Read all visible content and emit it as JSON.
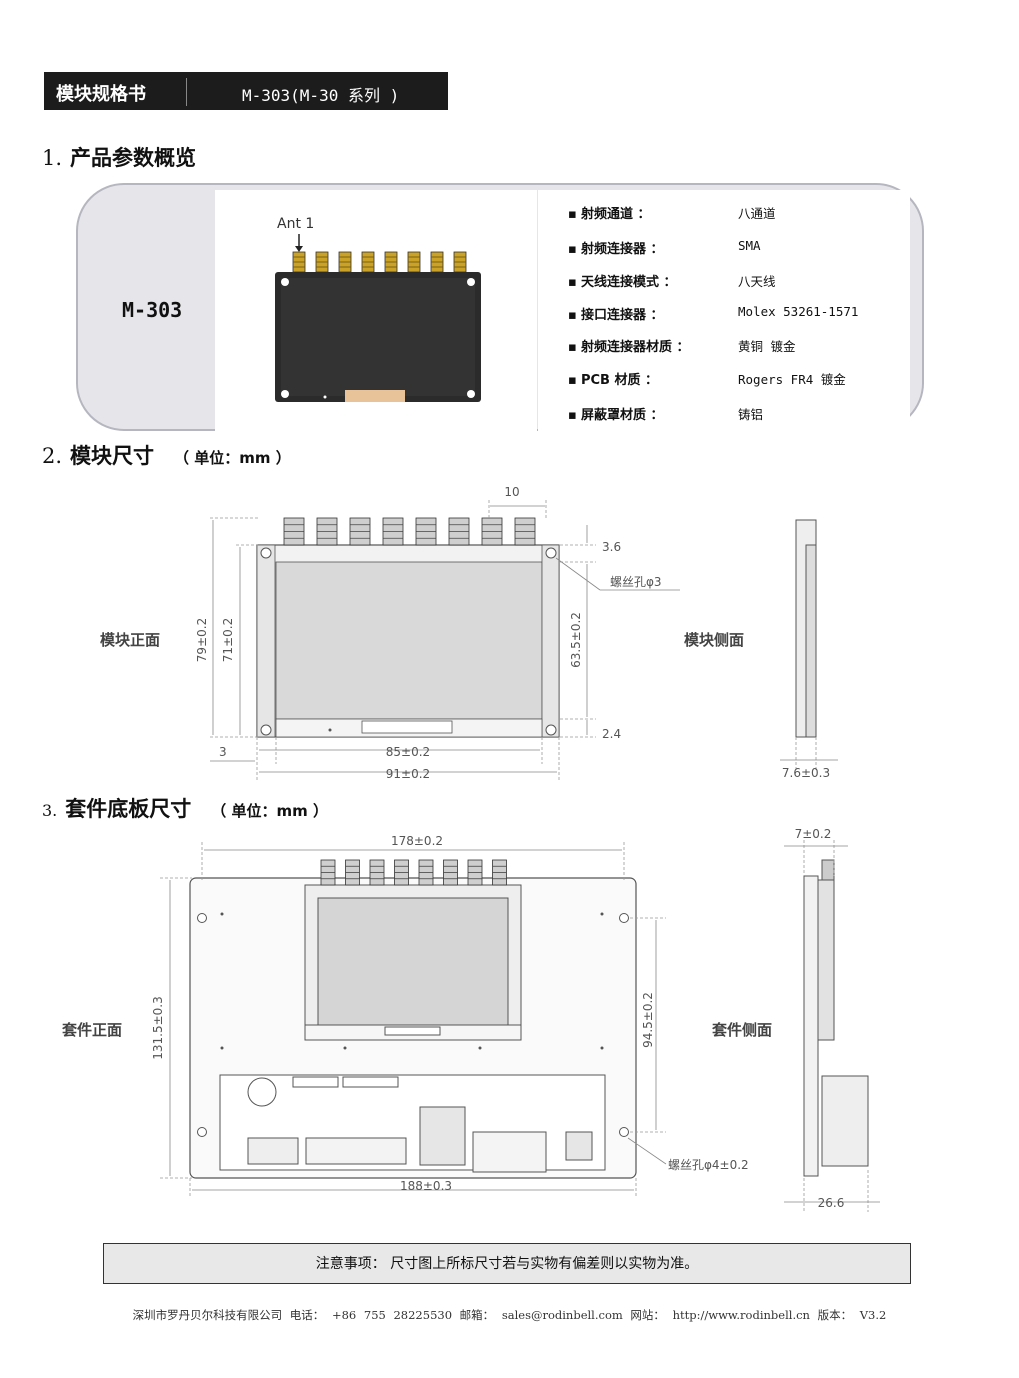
{
  "header": {
    "left": "模块规格书",
    "right": "M-303(M-30 系列 )"
  },
  "sections": {
    "s1": {
      "num": "1.",
      "title": "产品参数概览"
    },
    "s2": {
      "num": "2.",
      "title": "模块尺寸",
      "unit": "（ 单位：mm ）"
    },
    "s3": {
      "num": "3.",
      "title": "套件底板尺寸",
      "unit": "（ 单位：mm ）"
    }
  },
  "overview": {
    "model": "M-303",
    "ant_label": "Ant 1",
    "specs": [
      {
        "key": "射频通道 ：",
        "value": "八通道"
      },
      {
        "key": "射频连接器 ：",
        "value": "SMA"
      },
      {
        "key": "天线连接模式 ：",
        "value": "八天线"
      },
      {
        "key": "接口连接器 ：",
        "value": "Molex 53261-1571"
      },
      {
        "key": "射频连接器材质 ：",
        "value": "黄铜 镀金"
      },
      {
        "key": "PCB 材质 ：",
        "value": "Rogers FR4 镀金"
      },
      {
        "key": "屏蔽罩材质 ：",
        "value": "铸铝"
      }
    ]
  },
  "module_drawing": {
    "front_label": "模块正面",
    "side_label": "模块侧面",
    "dims": {
      "pitch": "10",
      "top": "3.6",
      "hole": "螺丝孔φ3",
      "inner_h": "63.5±0.2",
      "bottom": "2.4",
      "h79": "79±0.2",
      "h71": "71±0.2",
      "left": "3",
      "w85": "85±0.2",
      "w91": "91±0.2",
      "thick": "7.6±0.3"
    }
  },
  "kit_drawing": {
    "front_label": "套件正面",
    "side_label": "套件侧面",
    "dims": {
      "w178": "178±0.2",
      "h131": "131.5±0.3",
      "h94": "94.5±0.2",
      "hole": "螺丝孔φ4±0.2",
      "w188": "188±0.3",
      "t7": "7±0.2",
      "t26": "26.6"
    }
  },
  "notice": "注意事项：  尺寸图上所标尺寸若与实物有偏差则以实物为准。",
  "footer": "深圳市罗丹贝尔科技有限公司  电话： +86 755 28225530  邮箱： sales@rodinbell.com   网站： http://www.rodinbell.cn   版本： V3.2"
}
